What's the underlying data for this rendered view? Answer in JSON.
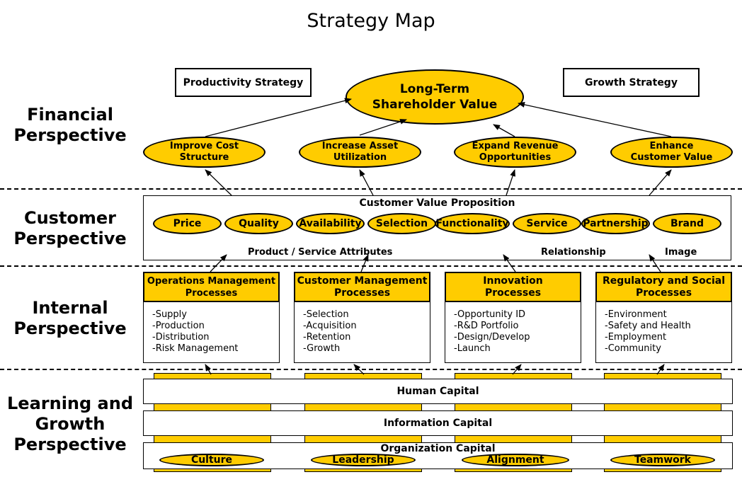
{
  "title": "Strategy Map",
  "perspectives": {
    "financial": "Financial\nPerspective",
    "customer": "Customer\nPerspective",
    "internal": "Internal\nPerspective",
    "learning": "Learning and\nGrowth\nPerspective"
  },
  "financial": {
    "productivity_strategy": "Productivity Strategy",
    "growth_strategy": "Growth Strategy",
    "top_goal": "Long-Term\nShareholder Value",
    "objectives": [
      "Improve Cost\nStructure",
      "Increase Asset\nUtilization",
      "Expand Revenue\nOpportunities",
      "Enhance\nCustomer Value"
    ]
  },
  "customer": {
    "heading": "Customer Value Proposition",
    "attributes": [
      "Price",
      "Quality",
      "Availability",
      "Selection",
      "Functionality",
      "Service",
      "Partnership",
      "Brand"
    ],
    "label_attributes": "Product / Service Attributes",
    "label_relationship": "Relationship",
    "label_image": "Image"
  },
  "internal": {
    "processes": [
      {
        "title": "Operations Management\nProcesses",
        "items": [
          "-Supply",
          "-Production",
          "-Distribution",
          "-Risk Management"
        ]
      },
      {
        "title": "Customer Management\nProcesses",
        "items": [
          "-Selection",
          "-Acquisition",
          "-Retention",
          "-Growth"
        ]
      },
      {
        "title": "Innovation\nProcesses",
        "items": [
          "-Opportunity ID",
          "-R&D Portfolio",
          "-Design/Develop",
          "-Launch"
        ]
      },
      {
        "title": "Regulatory and Social\nProcesses",
        "items": [
          "-Environment",
          "-Safety and Health",
          "-Employment",
          "-Community"
        ]
      }
    ]
  },
  "learning": {
    "human_capital": "Human Capital",
    "information_capital": "Information Capital",
    "organization_capital": "Organization Capital",
    "culture_items": [
      "Culture",
      "Leadership",
      "Alignment",
      "Teamwork"
    ]
  },
  "colors": {
    "accent": "#FFCC00",
    "outline": "#000000",
    "background": "#FFFFFF"
  }
}
